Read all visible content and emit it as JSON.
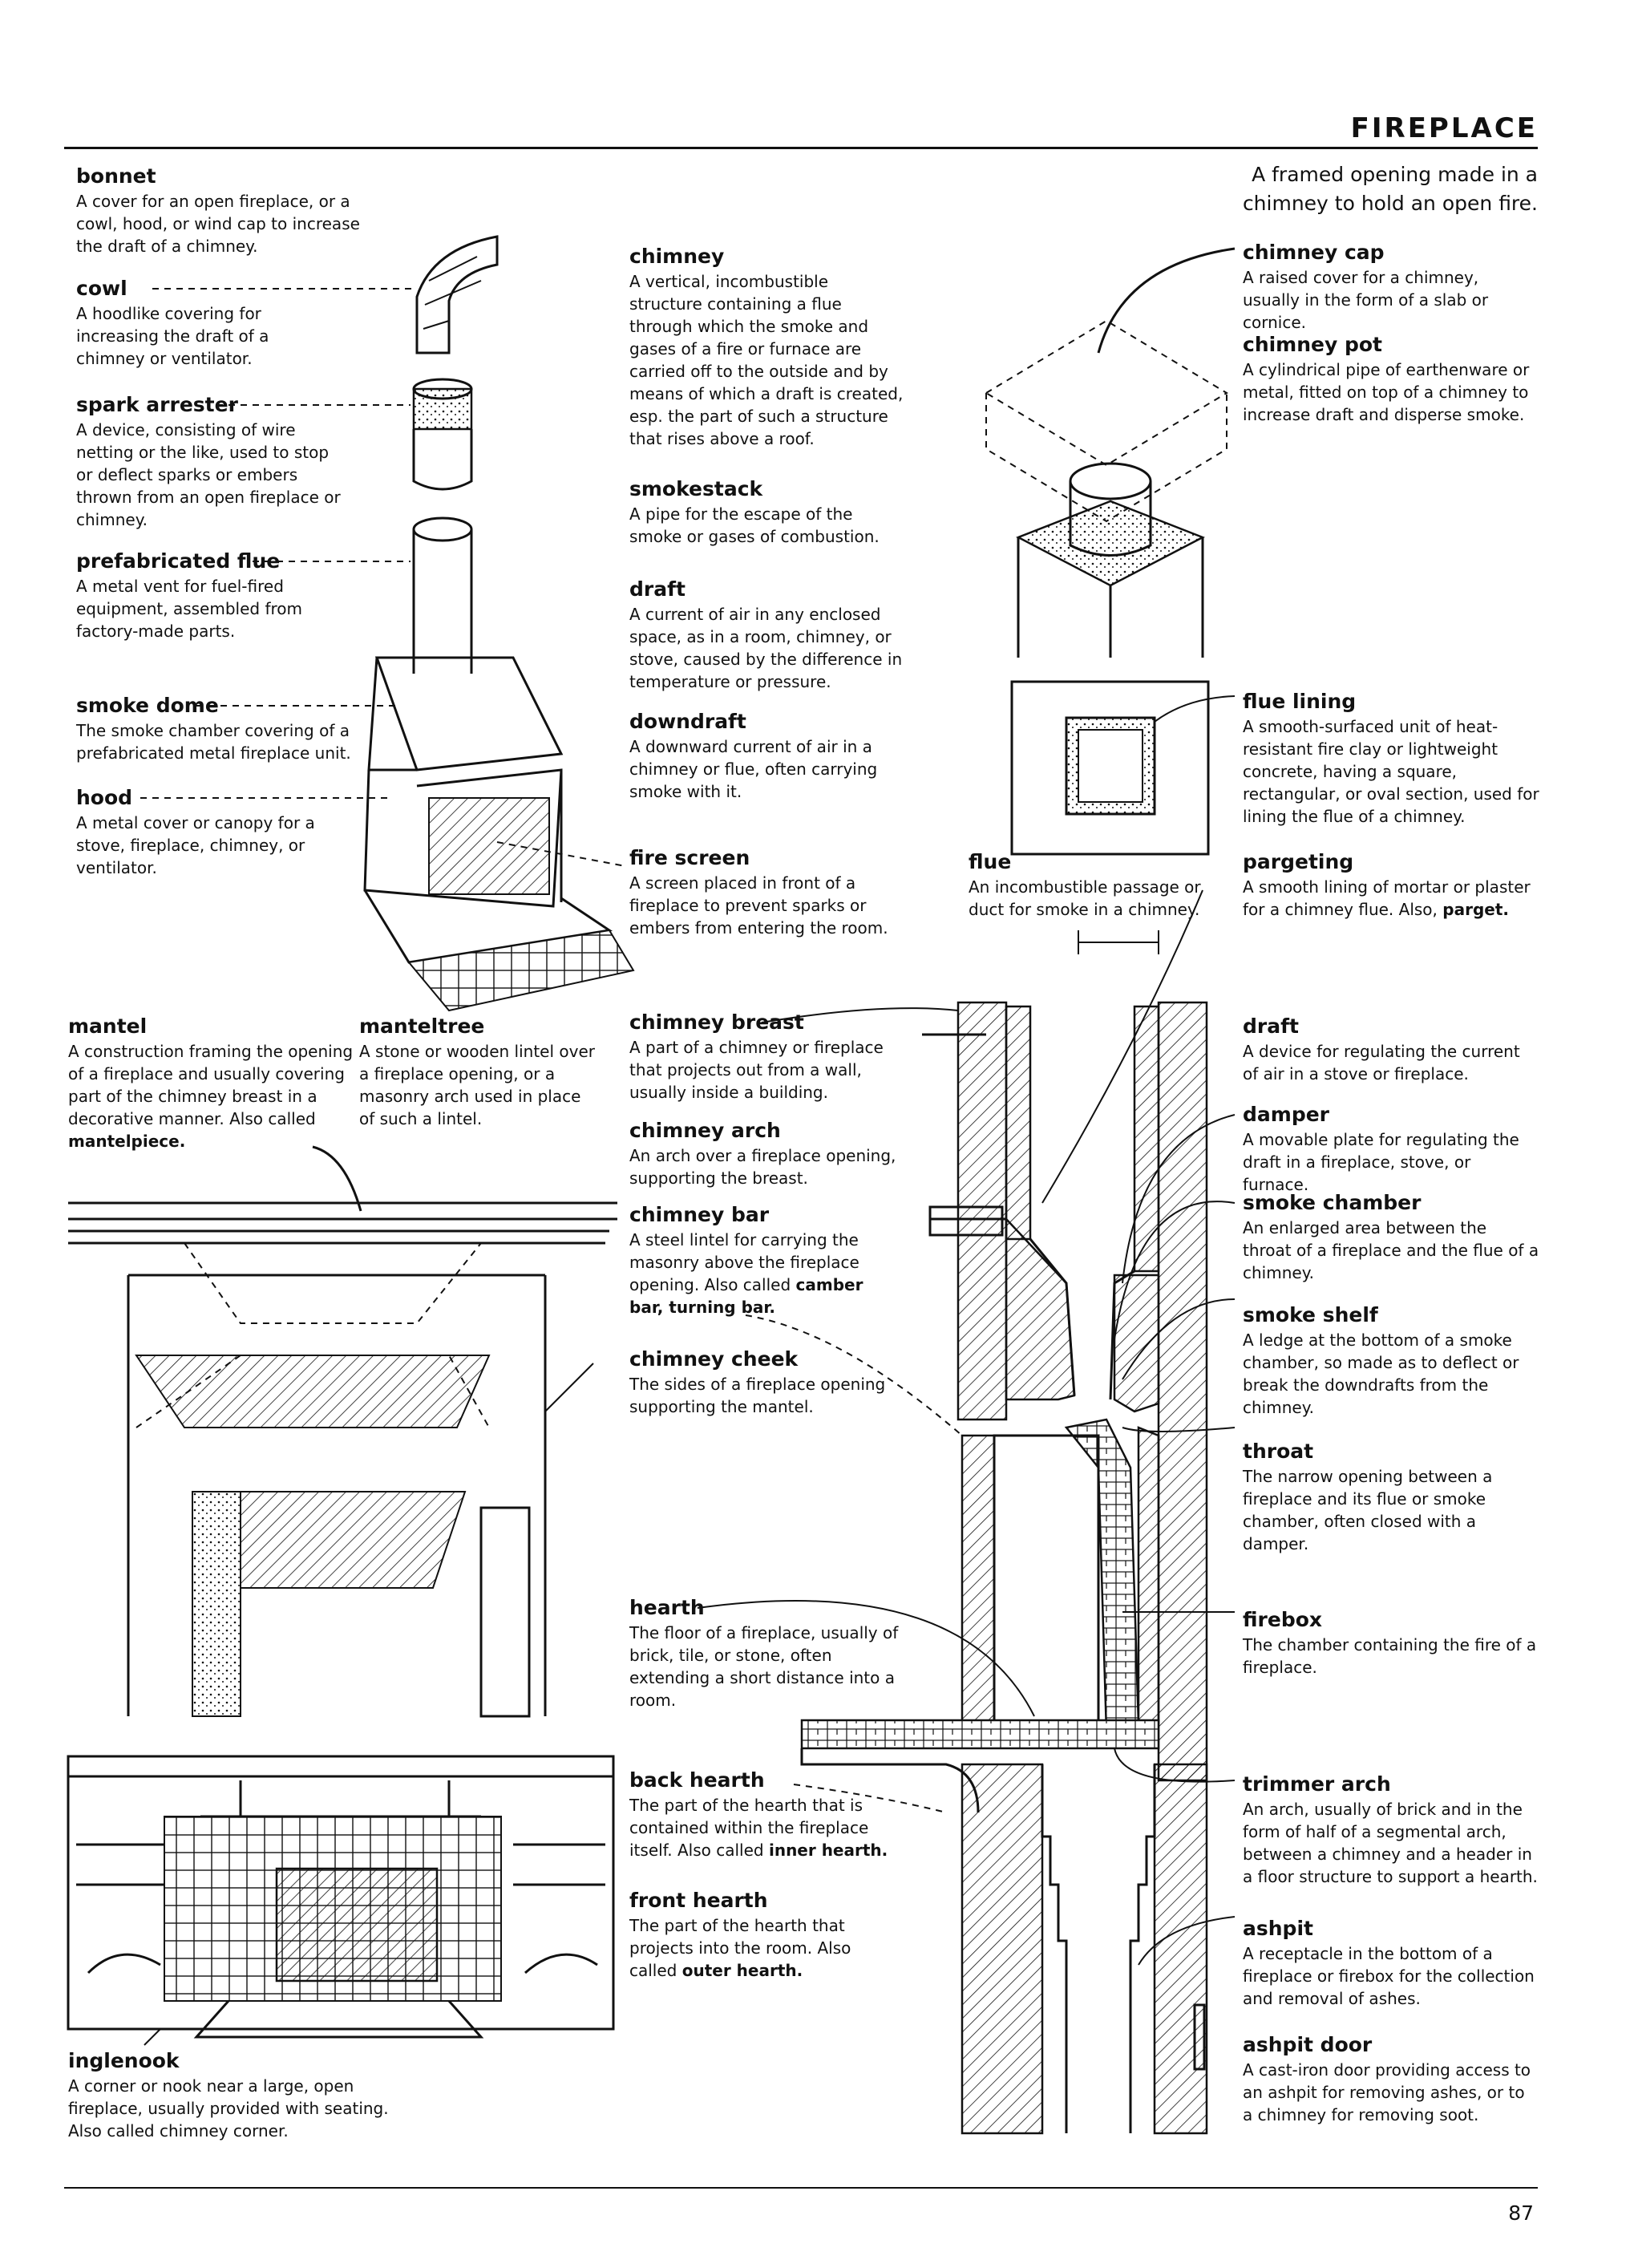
{
  "header": {
    "title": "FIREPLACE",
    "subtitle_line1": "A framed opening made in a",
    "subtitle_line2": "chimney to hold an open fire."
  },
  "entries": {
    "bonnet": {
      "term": "bonnet",
      "def": "A cover for an open fireplace, or a cowl, hood, or wind cap to increase the draft of a chimney."
    },
    "cowl": {
      "term": "cowl",
      "def": "A hoodlike covering for increasing the draft of a chimney or ventilator."
    },
    "spark_arrester": {
      "term": "spark arrester",
      "def": "A device, consisting of wire netting or the like, used to stop or deflect sparks or embers thrown from an open fireplace or chimney."
    },
    "prefabricated_flue": {
      "term": "prefabricated flue",
      "def": "A metal vent for fuel-fired equipment, assembled from factory-made parts."
    },
    "smoke_dome": {
      "term": "smoke dome",
      "def": "The smoke chamber covering of a prefabricated metal fireplace unit."
    },
    "hood": {
      "term": "hood",
      "def": "A metal cover or canopy for a stove, fireplace, chimney, or ventilator."
    },
    "chimney": {
      "term": "chimney",
      "def": "A vertical, incombustible structure containing a flue through which the smoke and gases of a fire or furnace are carried off to the outside and by means of which a draft is created, esp. the part of such a structure that rises above a roof."
    },
    "smokestack": {
      "term": "smokestack",
      "def": "A pipe for the escape of the smoke or gases of combustion."
    },
    "draft1": {
      "term": "draft",
      "def": "A current of air in any enclosed space, as in a room, chimney, or stove, caused by the difference in temperature or pressure."
    },
    "downdraft": {
      "term": "downdraft",
      "def": "A downward current of air in a chimney or flue, often carrying smoke with it."
    },
    "fire_screen": {
      "term": "fire screen",
      "def": "A screen placed in front of a fireplace to prevent sparks or embers from entering the room."
    },
    "chimney_cap": {
      "term": "chimney cap",
      "def": "A raised cover for a chimney, usually in the form of a slab or cornice."
    },
    "chimney_pot": {
      "term": "chimney pot",
      "def": "A cylindrical pipe of earthenware or metal, fitted on top of a chimney to increase draft and disperse smoke."
    },
    "flue_lining": {
      "term": "flue lining",
      "def": "A smooth-surfaced unit of heat-resistant fire clay or lightweight concrete, having a square, rectangular, or oval section, used for lining the flue of a chimney."
    },
    "flue": {
      "term": "flue",
      "def": "An incombustible passage or duct for smoke in a chimney."
    },
    "pargeting": {
      "term": "pargeting",
      "def": "A smooth lining of mortar or plaster for a chimney flue. Also,",
      "also": "parget."
    },
    "mantel": {
      "term": "mantel",
      "def": "A construction framing the opening of a fireplace and usually covering part of the chimney breast in a decorative manner. Also called",
      "also": "mantelpiece."
    },
    "manteltree": {
      "term": "manteltree",
      "def": "A stone or wooden lintel over a fireplace opening, or a masonry arch used in place of such a lintel."
    },
    "chimney_breast": {
      "term": "chimney breast",
      "def": "A part of a chimney or fireplace that projects out from a wall, usually inside a building."
    },
    "chimney_arch": {
      "term": "chimney arch",
      "def": "An arch over a fireplace opening, supporting the breast."
    },
    "chimney_bar": {
      "term": "chimney bar",
      "def": "A steel lintel for carrying the masonry above the fireplace opening. Also called",
      "also": "camber bar, turning bar."
    },
    "chimney_cheek": {
      "term": "chimney cheek",
      "def": "The sides of a fireplace opening supporting the mantel."
    },
    "hearth": {
      "term": "hearth",
      "def": "The floor of a fireplace, usually of brick, tile, or stone, often extending a short distance into a room."
    },
    "back_hearth": {
      "term": "back hearth",
      "def": "The part of the hearth that is contained within the fireplace itself. Also called",
      "also": "inner hearth."
    },
    "front_hearth": {
      "term": "front hearth",
      "def": "The part of the hearth that projects into the room. Also called",
      "also": "outer hearth."
    },
    "draft2": {
      "term": "draft",
      "def": "A device for regulating the current of air in a stove or fireplace."
    },
    "damper": {
      "term": "damper",
      "def": "A movable plate for regulating the draft in a fireplace, stove, or furnace."
    },
    "smoke_chamber": {
      "term": "smoke chamber",
      "def": "An enlarged area between the throat of a fireplace and the flue of a chimney."
    },
    "smoke_shelf": {
      "term": "smoke shelf",
      "def": "A ledge at the bottom of a smoke chamber, so made as to deflect or break the downdrafts from the chimney."
    },
    "throat": {
      "term": "throat",
      "def": "The narrow opening between a fireplace and its flue or smoke chamber, often closed with a damper."
    },
    "firebox": {
      "term": "firebox",
      "def": "The chamber containing the fire of a fireplace."
    },
    "trimmer_arch": {
      "term": "trimmer arch",
      "def": "An arch, usually of brick and in the form of half of a segmental arch, between a chimney and a header in a floor structure to support a hearth."
    },
    "ashpit": {
      "term": "ashpit",
      "def": "A receptacle in the bottom of a fireplace or firebox for the collection and removal of ashes."
    },
    "ashpit_door": {
      "term": "ashpit door",
      "def": "A cast-iron door providing access to an ashpit for removing ashes, or to a chimney for removing soot."
    },
    "inglenook": {
      "term": "inglenook",
      "def": "A corner or nook near a large, open fireplace, usually provided with seating. Also called",
      "also": "chimney corner."
    }
  },
  "footer": {
    "page_number": "87"
  }
}
